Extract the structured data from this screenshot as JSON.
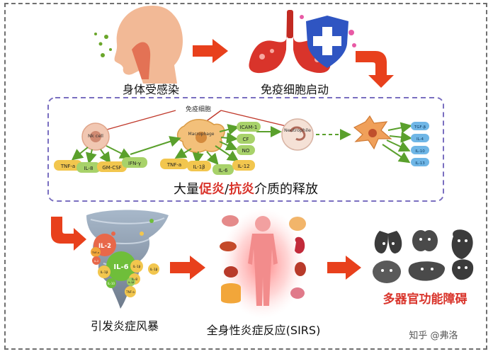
{
  "steps": {
    "infection": "身体受感染",
    "immune_start": "免疫细胞启动",
    "release": {
      "prefix": "大量",
      "pro": "促炎",
      "slash": "/",
      "anti": "抗炎",
      "suffix": "介质的释放"
    },
    "storm": "引发炎症风暴",
    "sirs": "全身性炎症反应(SIRS)",
    "failure": "多器官功能障碍"
  },
  "immune": {
    "header": "免疫细胞",
    "cells": {
      "nk": "Nk cell",
      "macrophage": "Macrophage",
      "neutrophile": "Neutrophile"
    },
    "nk_products": [
      "TNF-a",
      "IL-8",
      "GM-CSF",
      "IFN-γ"
    ],
    "macro_products": [
      "TNF-a",
      "IL-1β",
      "IL-6",
      "IL-12"
    ],
    "macro_top": [
      "ICAM-1",
      "CF",
      "NO"
    ],
    "cell_products": [
      "TGF-β",
      "IL-4",
      "IL-10",
      "IL-13"
    ]
  },
  "storm_labels": [
    "IL-2",
    "IL-6",
    "TNF-a",
    "IL-2",
    "IL-1β",
    "IL-1β",
    "IL-1β",
    "IL-8",
    "TNF-a",
    "IL-1β",
    "IL-10"
  ],
  "watermark": "知乎 @弗洛",
  "colors": {
    "arrow_red": "#e8401c",
    "release_red": "#d9342b",
    "failure_red": "#d9342b",
    "dashed_box": "#7a6fc0",
    "green_arrow": "#5aa02c"
  }
}
